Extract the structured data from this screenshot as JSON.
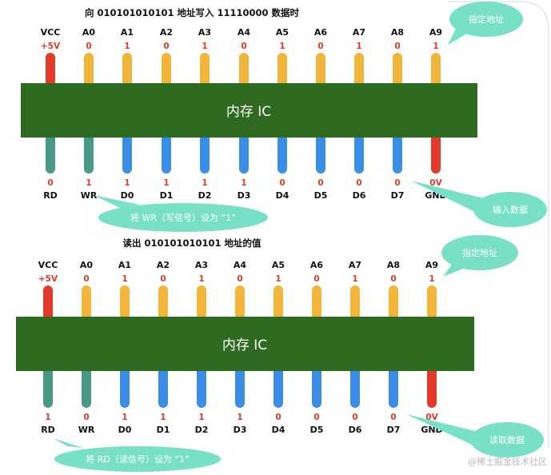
{
  "colors": {
    "chip": "#2e6a1f",
    "chip_text": "#ffffff",
    "address_pin": "#f2b53c",
    "power_pin": "#e23b2b",
    "control_pin": "#4a9886",
    "data_pin": "#3c8de6",
    "value_red": "#e23b2b",
    "callout": "#79e0c8",
    "callout_text": "#ffffff",
    "label": "#111111"
  },
  "top_top_values": [
    "+5V",
    "0",
    "1",
    "0",
    "1",
    "0",
    "1",
    "0",
    "1",
    "0",
    "1"
  ],
  "top_bottom_values": [
    "0",
    "1",
    "1",
    "1",
    "1",
    "1",
    "0",
    "0",
    "0",
    "0",
    "0V"
  ],
  "bottom_top_values": [
    "+5V",
    "0",
    "1",
    "0",
    "1",
    "0",
    "1",
    "0",
    "1",
    "0",
    "1"
  ],
  "bottom_bottom_values": [
    "1",
    "0",
    "1",
    "1",
    "1",
    "1",
    "0",
    "0",
    "0",
    "0",
    "0V"
  ],
  "diagrams": [
    {
      "title": "向 010101010101 地址写入 11110000 数据时",
      "chip_label": "内存 IC",
      "top_pins": [
        {
          "name": "VCC",
          "kind": "power"
        },
        {
          "name": "A0",
          "kind": "address"
        },
        {
          "name": "A1",
          "kind": "address"
        },
        {
          "name": "A2",
          "kind": "address"
        },
        {
          "name": "A3",
          "kind": "address"
        },
        {
          "name": "A4",
          "kind": "address"
        },
        {
          "name": "A5",
          "kind": "address"
        },
        {
          "name": "A6",
          "kind": "address"
        },
        {
          "name": "A7",
          "kind": "address"
        },
        {
          "name": "A8",
          "kind": "address"
        },
        {
          "name": "A9",
          "kind": "address"
        }
      ],
      "bottom_pins": [
        {
          "name": "RD",
          "kind": "control"
        },
        {
          "name": "WR",
          "kind": "control"
        },
        {
          "name": "D0",
          "kind": "data"
        },
        {
          "name": "D1",
          "kind": "data"
        },
        {
          "name": "D2",
          "kind": "data"
        },
        {
          "name": "D3",
          "kind": "data"
        },
        {
          "name": "D4",
          "kind": "data"
        },
        {
          "name": "D5",
          "kind": "data"
        },
        {
          "name": "D6",
          "kind": "data"
        },
        {
          "name": "D7",
          "kind": "data"
        },
        {
          "name": "GND",
          "kind": "power"
        }
      ],
      "callouts": {
        "address": "指定地址",
        "data": "输入数据",
        "control": "将 WR（写信号）设为 “1”"
      }
    },
    {
      "title": "读出 010101010101 地址的值",
      "chip_label": "内存 IC",
      "top_pins": [
        {
          "name": "VCC",
          "kind": "power"
        },
        {
          "name": "A0",
          "kind": "address"
        },
        {
          "name": "A1",
          "kind": "address"
        },
        {
          "name": "A2",
          "kind": "address"
        },
        {
          "name": "A3",
          "kind": "address"
        },
        {
          "name": "A4",
          "kind": "address"
        },
        {
          "name": "A5",
          "kind": "address"
        },
        {
          "name": "A6",
          "kind": "address"
        },
        {
          "name": "A7",
          "kind": "address"
        },
        {
          "name": "A8",
          "kind": "address"
        },
        {
          "name": "A9",
          "kind": "address"
        }
      ],
      "bottom_pins": [
        {
          "name": "RD",
          "kind": "control"
        },
        {
          "name": "WR",
          "kind": "control"
        },
        {
          "name": "D0",
          "kind": "data"
        },
        {
          "name": "D1",
          "kind": "data"
        },
        {
          "name": "D2",
          "kind": "data"
        },
        {
          "name": "D3",
          "kind": "data"
        },
        {
          "name": "D4",
          "kind": "data"
        },
        {
          "name": "D5",
          "kind": "data"
        },
        {
          "name": "D6",
          "kind": "data"
        },
        {
          "name": "D7",
          "kind": "data"
        },
        {
          "name": "GND",
          "kind": "power"
        }
      ],
      "callouts": {
        "address": "指定地址",
        "data": "读取数据",
        "control": "将 RD（读信号）设为 “1”"
      }
    }
  ],
  "watermark": "@稀土掘金技术社区"
}
